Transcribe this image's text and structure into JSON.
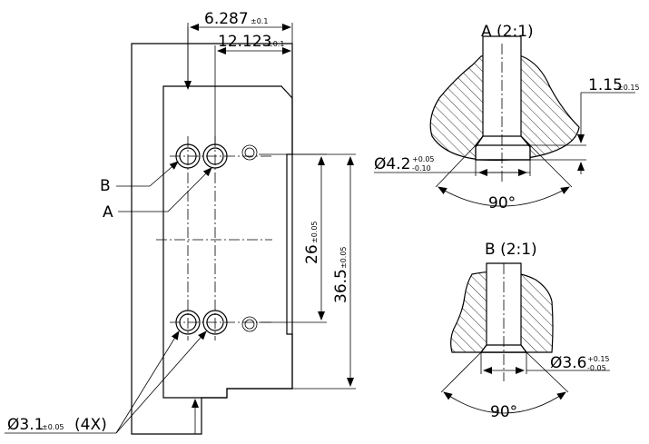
{
  "dimensions": {
    "dim_a": {
      "value": "6.287",
      "tol": "±0.1"
    },
    "dim_b": {
      "value": "12.123",
      "tol": "±0.1"
    },
    "dim_c": {
      "value": "26",
      "tol": "±0.05"
    },
    "dim_d": {
      "value": "36.5",
      "tol": "±0.05"
    },
    "hole_note": {
      "prefix": "Ø3.1",
      "tol": "±0.05",
      "suffix": "(4X)"
    }
  },
  "labels": {
    "b": "B",
    "a": "A"
  },
  "detail_a": {
    "title": "A (2:1)",
    "depth": {
      "value": "1.15",
      "tol": "±0.15"
    },
    "diameter": {
      "value": "Ø4.2",
      "tol_upper": "+0.05",
      "tol_lower": "-0.10"
    },
    "angle": "90°"
  },
  "detail_b": {
    "title": "B (2:1)",
    "diameter": {
      "value": "Ø3.6",
      "tol_upper": "+0.15",
      "tol_lower": "-0.05"
    },
    "angle": "90°"
  }
}
